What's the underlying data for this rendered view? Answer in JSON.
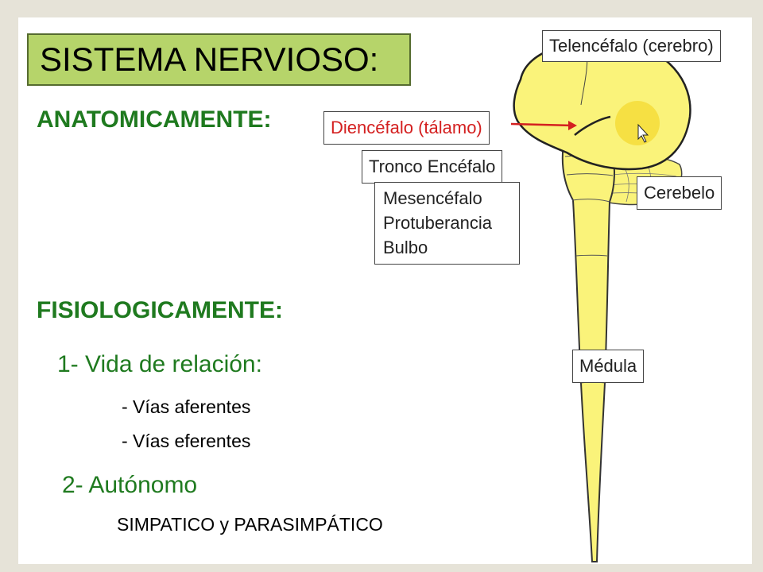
{
  "title": "SISTEMA NERVIOSO:",
  "sections": {
    "anatomy_heading": "ANATOMICAMENTE:",
    "physiology_heading": "FISIOLOGICAMENTE:",
    "item1": "1- Vida de relación:",
    "item1_sub": [
      "- Vías aferentes",
      "- Vías eferentes"
    ],
    "item2": "2- Autónomo",
    "item2_sub": "SIMPATICO y PARASIMPÁTICO"
  },
  "labels": {
    "telencefalo": "Telencéfalo (cerebro)",
    "diencefalo": "Diencéfalo (tálamo)",
    "tronco": "Tronco Encéfalo",
    "tronco_parts": [
      "Mesencéfalo",
      "Protuberancia",
      "Bulbo"
    ],
    "cerebelo": "Cerebelo",
    "medula": "Médula"
  },
  "colors": {
    "title_bg": "#b6d46a",
    "heading_green": "#1f7a1f",
    "brain_yellow": "#faf37a",
    "highlight_red": "#d42020"
  }
}
